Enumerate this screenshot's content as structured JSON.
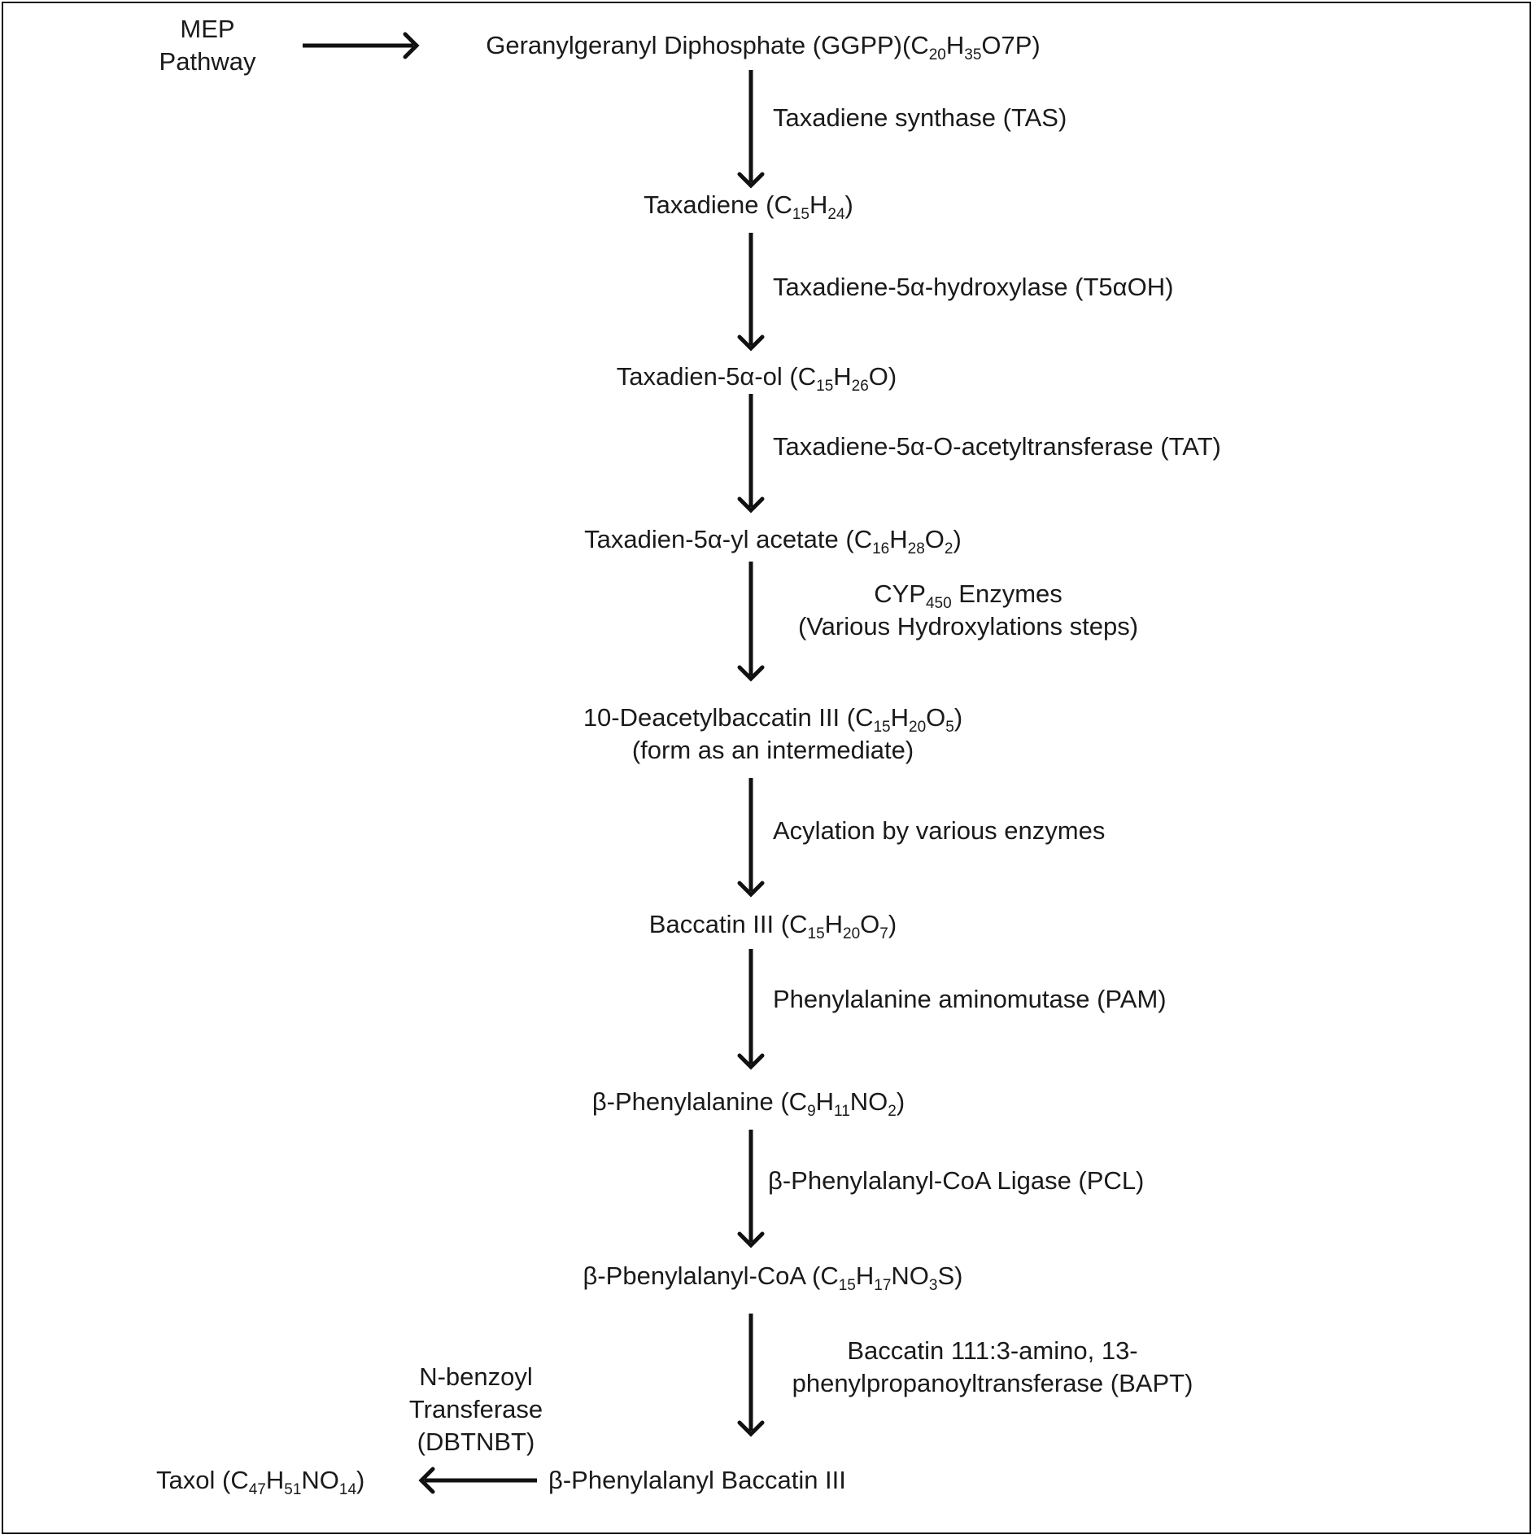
{
  "diagram": {
    "source": {
      "line1": "MEP",
      "line2": "Pathway"
    },
    "nodes": [
      {
        "name": "Geranylgeranyl Diphosphate (GGPP)",
        "formula": [
          [
            "(C",
            ""
          ],
          [
            "20",
            "s"
          ],
          [
            "H",
            ""
          ],
          [
            "35",
            "s"
          ],
          [
            "O7P)",
            ""
          ]
        ]
      },
      {
        "name": "Taxadiene",
        "formula": [
          [
            "(C",
            ""
          ],
          [
            "15",
            "s"
          ],
          [
            "H",
            ""
          ],
          [
            "24",
            "s"
          ],
          [
            ")",
            ""
          ]
        ]
      },
      {
        "name": "Taxadien-5α-ol",
        "formula": [
          [
            "(C",
            ""
          ],
          [
            "15",
            "s"
          ],
          [
            "H",
            ""
          ],
          [
            "26",
            "s"
          ],
          [
            "O)",
            ""
          ]
        ]
      },
      {
        "name": "Taxadien-5α-yl acetate",
        "formula": [
          [
            "(C",
            ""
          ],
          [
            "16",
            "s"
          ],
          [
            "H",
            ""
          ],
          [
            "28",
            "s"
          ],
          [
            "O",
            ""
          ],
          [
            "2",
            "s"
          ],
          [
            ")",
            ""
          ]
        ]
      },
      {
        "name": "10-Deacetylbaccatin III",
        "formula": [
          [
            "(C",
            ""
          ],
          [
            "15",
            "s"
          ],
          [
            "H",
            ""
          ],
          [
            "20",
            "s"
          ],
          [
            "O",
            ""
          ],
          [
            "5",
            "s"
          ],
          [
            ")",
            ""
          ]
        ],
        "note": "(form as an intermediate)"
      },
      {
        "name": "Baccatin III",
        "formula": [
          [
            "(C",
            ""
          ],
          [
            "15",
            "s"
          ],
          [
            "H",
            ""
          ],
          [
            "20",
            "s"
          ],
          [
            "O",
            ""
          ],
          [
            "7",
            "s"
          ],
          [
            ")",
            ""
          ]
        ]
      },
      {
        "name": "β-Phenylalanine",
        "formula": [
          [
            "(C",
            ""
          ],
          [
            "9",
            "s"
          ],
          [
            "H",
            ""
          ],
          [
            "11",
            "s"
          ],
          [
            "NO",
            ""
          ],
          [
            "2",
            "s"
          ],
          [
            ")",
            ""
          ]
        ]
      },
      {
        "name": "β-Pbenylalanyl-CoA",
        "formula": [
          [
            "(C",
            ""
          ],
          [
            "15",
            "s"
          ],
          [
            "H",
            ""
          ],
          [
            "17",
            "s"
          ],
          [
            "NO",
            ""
          ],
          [
            "3",
            "s"
          ],
          [
            "S)",
            ""
          ]
        ]
      },
      {
        "name": "β-Phenylalanyl Baccatin III",
        "formula": []
      },
      {
        "name": "Taxol",
        "formula": [
          [
            "(C",
            ""
          ],
          [
            "47",
            "s"
          ],
          [
            "H",
            ""
          ],
          [
            "51",
            "s"
          ],
          [
            "NO",
            ""
          ],
          [
            "14",
            "s"
          ],
          [
            ")",
            ""
          ]
        ]
      }
    ],
    "enzymes": [
      {
        "line1": "Taxadiene synthase (TAS)"
      },
      {
        "line1": "Taxadiene-5α-hydroxylase (T5αOH)"
      },
      {
        "line1": "Taxadiene-5α-O-acetyltransferase (TAT)"
      },
      {
        "line1_parts": [
          [
            "CYP",
            ""
          ],
          [
            "450",
            "s"
          ],
          [
            " Enzymes",
            ""
          ]
        ],
        "line2": "(Various Hydroxylations steps)"
      },
      {
        "line1": "Acylation by various enzymes"
      },
      {
        "line1": "Phenylalanine aminomutase (PAM)"
      },
      {
        "line1": "β-Phenylalanyl-CoA Ligase (PCL)"
      },
      {
        "line1": "Baccatin 111:3-amino, 13-",
        "line2": "phenylpropanoyltransferase (BAPT)"
      },
      {
        "line1": "N-benzoyl",
        "line2": "Transferase",
        "line3": "(DBTNBT)"
      }
    ]
  }
}
